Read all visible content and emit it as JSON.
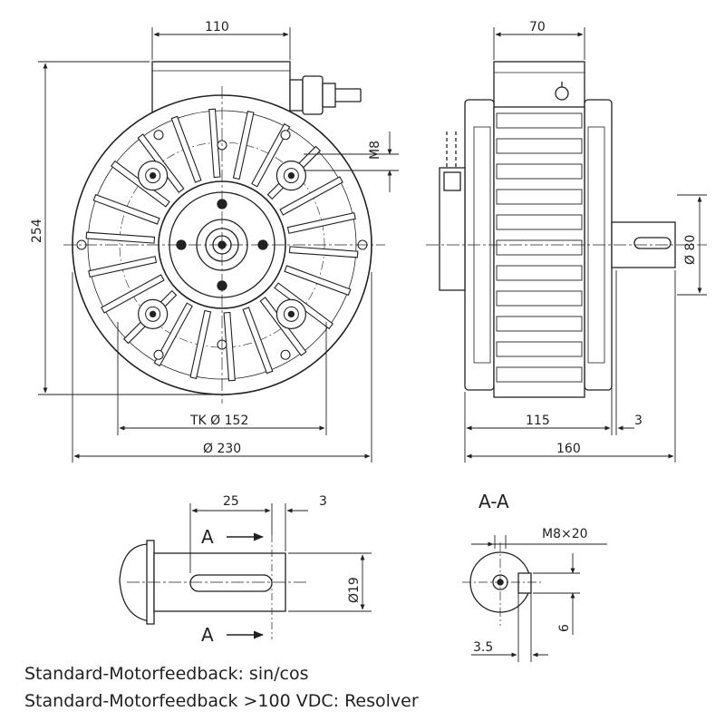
{
  "dims": {
    "width_110": "110",
    "width_70": "70",
    "thread_m8": "M8",
    "height_254": "254",
    "bolt_circle": "TK Ø 152",
    "diameter_230": "Ø 230",
    "shaft_dia_80": "Ø 80",
    "length_115": "115",
    "offset_3": "3",
    "length_160": "160",
    "key_len_25": "25",
    "key_offset_3": "3",
    "shaft_dia_19": "Ø19",
    "thread_m8x20": "M8×20",
    "dim_6": "6",
    "dim_3_5": "3.5"
  },
  "section": {
    "title": "A-A",
    "marker_top": "A",
    "marker_bottom": "A"
  },
  "notes": {
    "line1": "Standard-Motorfeedback: sin/cos",
    "line2": "Standard-Motorfeedback >100 VDC: Resolver"
  }
}
